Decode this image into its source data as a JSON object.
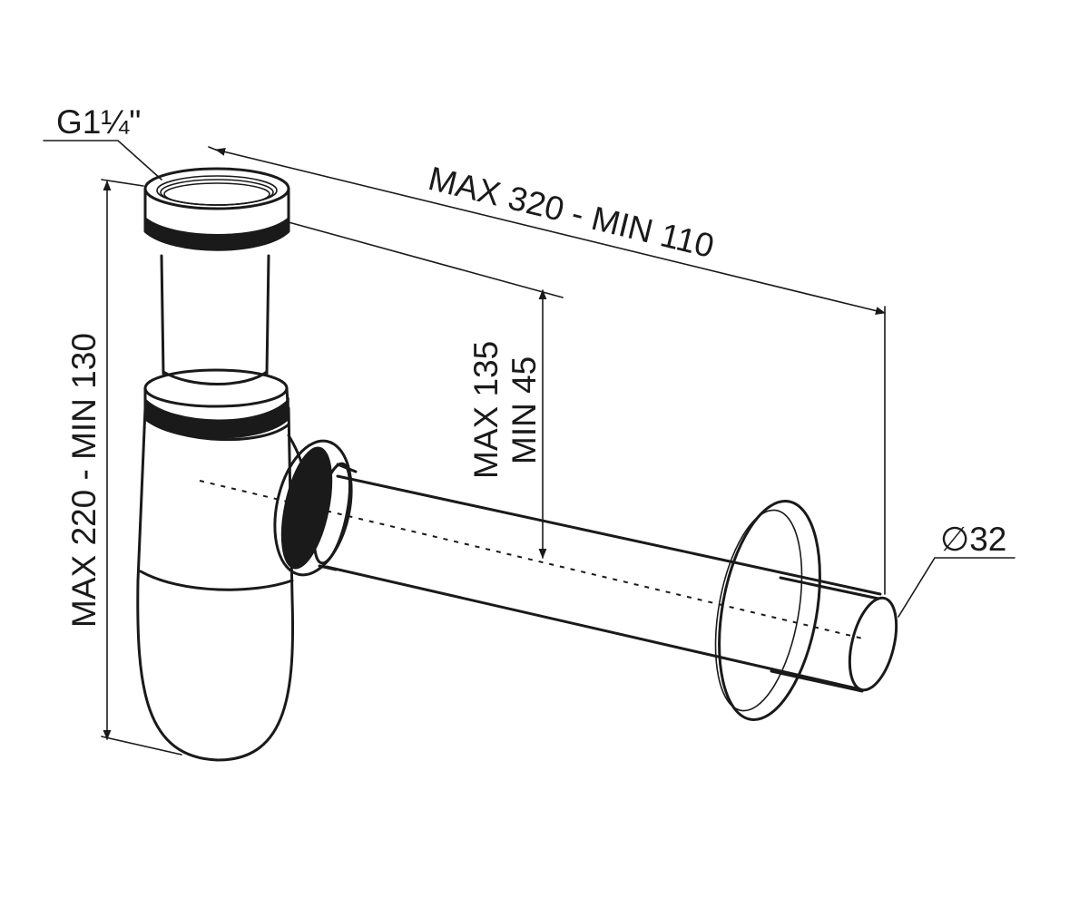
{
  "diagram": {
    "labels": {
      "thread": "G1¼\"",
      "overall_width": "MAX 320 - MIN 110",
      "outlet_height_max": "MAX 135",
      "outlet_height_min": "MIN 45",
      "overall_height": "MAX 220 - MIN 130",
      "pipe_diameter": "∅32"
    },
    "colors": {
      "line": "#1a1a1a",
      "background": "#ffffff"
    }
  }
}
